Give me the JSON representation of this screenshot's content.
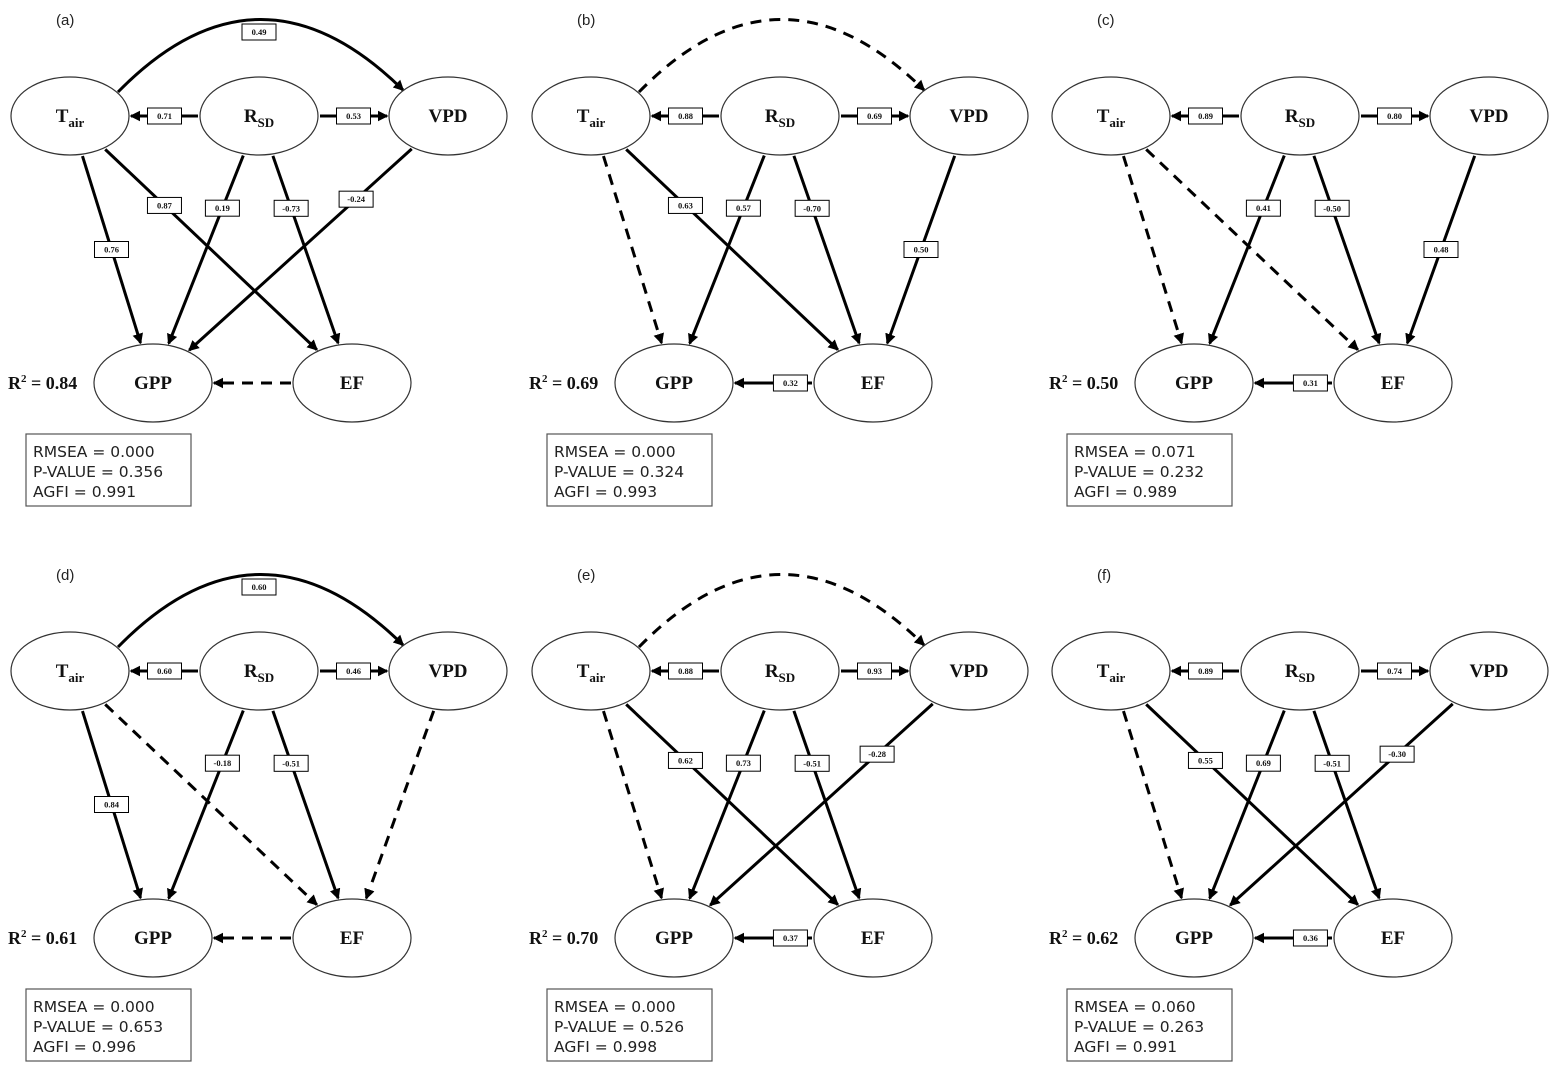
{
  "node_labels": {
    "tair": {
      "main": "T",
      "sub": "air"
    },
    "rsd": {
      "main": "R",
      "sub": "SD"
    },
    "vpd": {
      "main": "VPD",
      "sub": ""
    },
    "gpp": {
      "main": "GPP",
      "sub": ""
    },
    "ef": {
      "main": "EF",
      "sub": ""
    }
  },
  "fit_labels": {
    "rmsea": "RMSEA",
    "pvalue": "P-VALUE",
    "agfi": "AGFI"
  },
  "r2_label": {
    "main": "R",
    "sup": "2"
  },
  "panels": [
    {
      "label": "(a)",
      "r2": "0.84",
      "fit": {
        "rmsea": "0.000",
        "pvalue": "0.356",
        "agfi": "0.991"
      },
      "paths": [
        {
          "from": "tair",
          "to": "vpd",
          "coef": "0.49",
          "style": "solid",
          "curve": true
        },
        {
          "from": "rsd",
          "to": "tair",
          "coef": "0.71",
          "style": "solid"
        },
        {
          "from": "rsd",
          "to": "vpd",
          "coef": "0.53",
          "style": "solid"
        },
        {
          "from": "tair",
          "to": "gpp",
          "coef": "0.76",
          "style": "solid"
        },
        {
          "from": "tair",
          "to": "ef",
          "coef": "0.87",
          "style": "solid"
        },
        {
          "from": "rsd",
          "to": "gpp",
          "coef": "0.19",
          "style": "solid"
        },
        {
          "from": "rsd",
          "to": "ef",
          "coef": "-0.73",
          "style": "solid"
        },
        {
          "from": "vpd",
          "to": "gpp",
          "coef": "-0.24",
          "style": "solid"
        },
        {
          "from": "ef",
          "to": "gpp",
          "coef": "",
          "style": "dashed"
        }
      ]
    },
    {
      "label": "(b)",
      "r2": "0.69",
      "fit": {
        "rmsea": "0.000",
        "pvalue": "0.324",
        "agfi": "0.993"
      },
      "paths": [
        {
          "from": "tair",
          "to": "vpd",
          "coef": "",
          "style": "dashed",
          "curve": true
        },
        {
          "from": "rsd",
          "to": "tair",
          "coef": "0.88",
          "style": "solid"
        },
        {
          "from": "rsd",
          "to": "vpd",
          "coef": "0.69",
          "style": "solid"
        },
        {
          "from": "tair",
          "to": "gpp",
          "coef": "",
          "style": "dashed"
        },
        {
          "from": "tair",
          "to": "ef",
          "coef": "0.63",
          "style": "solid"
        },
        {
          "from": "rsd",
          "to": "gpp",
          "coef": "0.57",
          "style": "solid"
        },
        {
          "from": "rsd",
          "to": "ef",
          "coef": "-0.70",
          "style": "solid"
        },
        {
          "from": "vpd",
          "to": "ef",
          "coef": "0.50",
          "style": "solid"
        },
        {
          "from": "ef",
          "to": "gpp",
          "coef": "0.32",
          "style": "solid"
        }
      ]
    },
    {
      "label": "(c)",
      "r2": "0.50",
      "fit": {
        "rmsea": "0.071",
        "pvalue": "0.232",
        "agfi": "0.989"
      },
      "paths": [
        {
          "from": "rsd",
          "to": "tair",
          "coef": "0.89",
          "style": "solid"
        },
        {
          "from": "rsd",
          "to": "vpd",
          "coef": "0.80",
          "style": "solid"
        },
        {
          "from": "tair",
          "to": "gpp",
          "coef": "",
          "style": "dashed"
        },
        {
          "from": "tair",
          "to": "ef",
          "coef": "",
          "style": "dashed"
        },
        {
          "from": "rsd",
          "to": "gpp",
          "coef": "0.41",
          "style": "solid"
        },
        {
          "from": "rsd",
          "to": "ef",
          "coef": "-0.50",
          "style": "solid"
        },
        {
          "from": "vpd",
          "to": "ef",
          "coef": "0.48",
          "style": "solid"
        },
        {
          "from": "ef",
          "to": "gpp",
          "coef": "0.31",
          "style": "solid"
        }
      ]
    },
    {
      "label": "(d)",
      "r2": "0.61",
      "fit": {
        "rmsea": "0.000",
        "pvalue": "0.653",
        "agfi": "0.996"
      },
      "paths": [
        {
          "from": "tair",
          "to": "vpd",
          "coef": "0.60",
          "style": "solid",
          "curve": true
        },
        {
          "from": "rsd",
          "to": "tair",
          "coef": "0.60",
          "style": "solid"
        },
        {
          "from": "rsd",
          "to": "vpd",
          "coef": "0.46",
          "style": "solid"
        },
        {
          "from": "tair",
          "to": "gpp",
          "coef": "0.84",
          "style": "solid"
        },
        {
          "from": "tair",
          "to": "ef",
          "coef": "",
          "style": "dashed"
        },
        {
          "from": "rsd",
          "to": "gpp",
          "coef": "-0.18",
          "style": "solid"
        },
        {
          "from": "rsd",
          "to": "ef",
          "coef": "-0.51",
          "style": "solid"
        },
        {
          "from": "vpd",
          "to": "ef",
          "coef": "",
          "style": "dashed"
        },
        {
          "from": "ef",
          "to": "gpp",
          "coef": "",
          "style": "dashed"
        }
      ]
    },
    {
      "label": "(e)",
      "r2": "0.70",
      "fit": {
        "rmsea": "0.000",
        "pvalue": "0.526",
        "agfi": "0.998"
      },
      "paths": [
        {
          "from": "tair",
          "to": "vpd",
          "coef": "",
          "style": "dashed",
          "curve": true
        },
        {
          "from": "rsd",
          "to": "tair",
          "coef": "0.88",
          "style": "solid"
        },
        {
          "from": "rsd",
          "to": "vpd",
          "coef": "0.93",
          "style": "solid"
        },
        {
          "from": "tair",
          "to": "gpp",
          "coef": "",
          "style": "dashed"
        },
        {
          "from": "tair",
          "to": "ef",
          "coef": "0.62",
          "style": "solid"
        },
        {
          "from": "rsd",
          "to": "gpp",
          "coef": "0.73",
          "style": "solid"
        },
        {
          "from": "rsd",
          "to": "ef",
          "coef": "-0.51",
          "style": "solid"
        },
        {
          "from": "vpd",
          "to": "gpp",
          "coef": "-0.28",
          "style": "solid"
        },
        {
          "from": "ef",
          "to": "gpp",
          "coef": "0.37",
          "style": "solid"
        }
      ]
    },
    {
      "label": "(f)",
      "r2": "0.62",
      "fit": {
        "rmsea": "0.060",
        "pvalue": "0.263",
        "agfi": "0.991"
      },
      "paths": [
        {
          "from": "rsd",
          "to": "tair",
          "coef": "0.89",
          "style": "solid"
        },
        {
          "from": "rsd",
          "to": "vpd",
          "coef": "0.74",
          "style": "solid"
        },
        {
          "from": "tair",
          "to": "gpp",
          "coef": "",
          "style": "dashed"
        },
        {
          "from": "tair",
          "to": "ef",
          "coef": "0.55",
          "style": "solid"
        },
        {
          "from": "rsd",
          "to": "gpp",
          "coef": "0.69",
          "style": "solid"
        },
        {
          "from": "rsd",
          "to": "ef",
          "coef": "-0.51",
          "style": "solid"
        },
        {
          "from": "vpd",
          "to": "gpp",
          "coef": "-0.30",
          "style": "solid"
        },
        {
          "from": "ef",
          "to": "gpp",
          "coef": "0.36",
          "style": "solid"
        }
      ]
    }
  ]
}
